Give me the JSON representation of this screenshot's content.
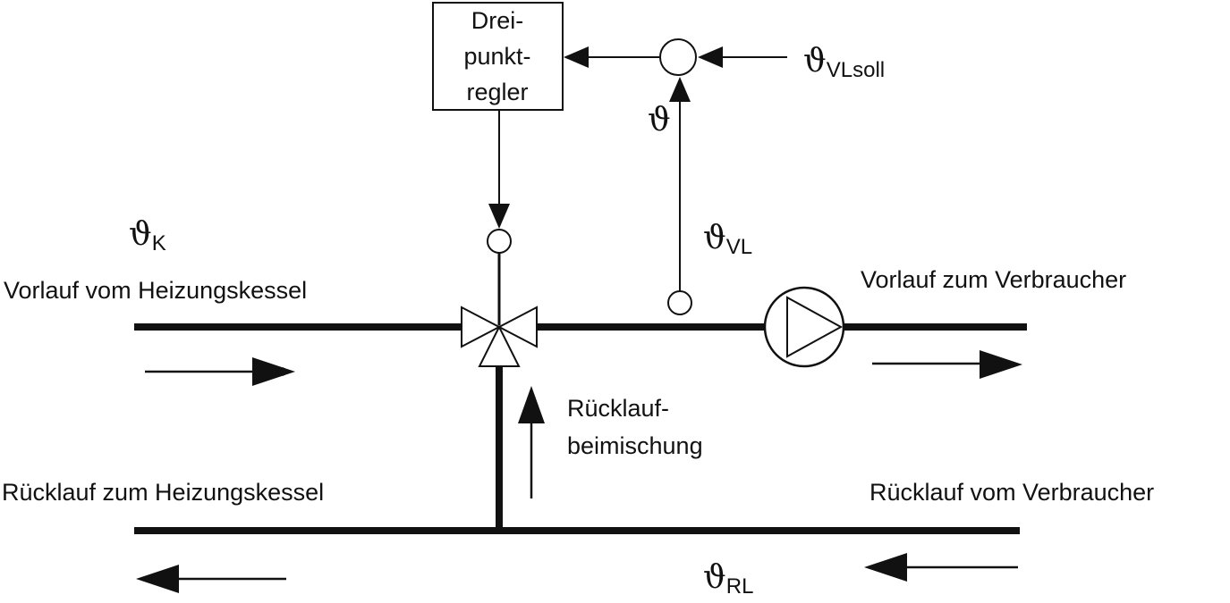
{
  "controller": {
    "line1": "Drei-",
    "line2": "punkt-",
    "line3": "regler"
  },
  "symbols": {
    "theta": "ϑ",
    "setpoint_sub": "VLsoll",
    "boiler_sub": "K",
    "supply_sub": "VL",
    "return_sub": "RL"
  },
  "labels": {
    "supply_from_boiler": "Vorlauf vom Heizungskessel",
    "supply_to_consumer": "Vorlauf zum Verbraucher",
    "return_to_boiler": "Rücklauf zum Heizungskessel",
    "return_from_consumer": "Rücklauf vom Verbraucher",
    "return_mixing_line1": "Rücklauf-",
    "return_mixing_line2": "beimischung"
  }
}
